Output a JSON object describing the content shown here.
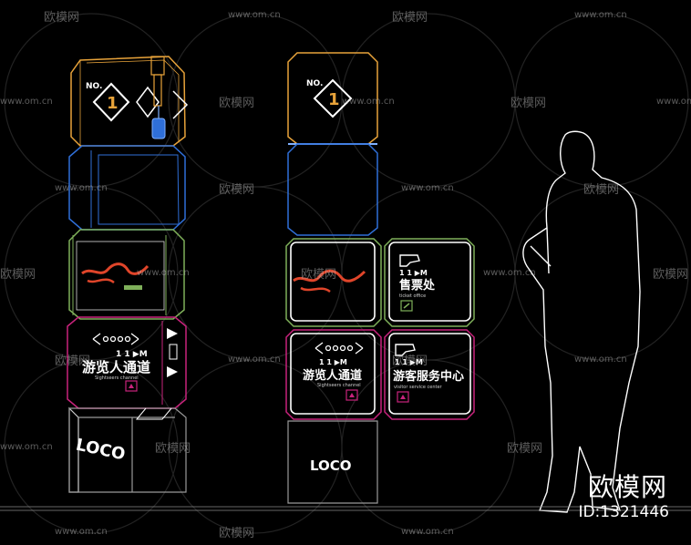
{
  "watermark": {
    "brand": "欧模网",
    "url": "www.om.cn",
    "id_label": "ID:1321446"
  },
  "signs": {
    "number_label": "NO.",
    "number_value": "1",
    "distance_label": "1 1 ▶M",
    "channel_title": "游览人通道",
    "channel_sub": "Sightseers channel",
    "ticket_title": "售票处",
    "ticket_sub": "ticket office",
    "service_title": "游客服务中心",
    "service_sub": "visitor service center",
    "logo_text": "LOCO"
  },
  "colors": {
    "orange": "#e8a33a",
    "blue": "#2f6fd8",
    "green": "#7fb05a",
    "magenta": "#c8237c",
    "red": "#e0452a",
    "gray": "#bbbbbb"
  }
}
